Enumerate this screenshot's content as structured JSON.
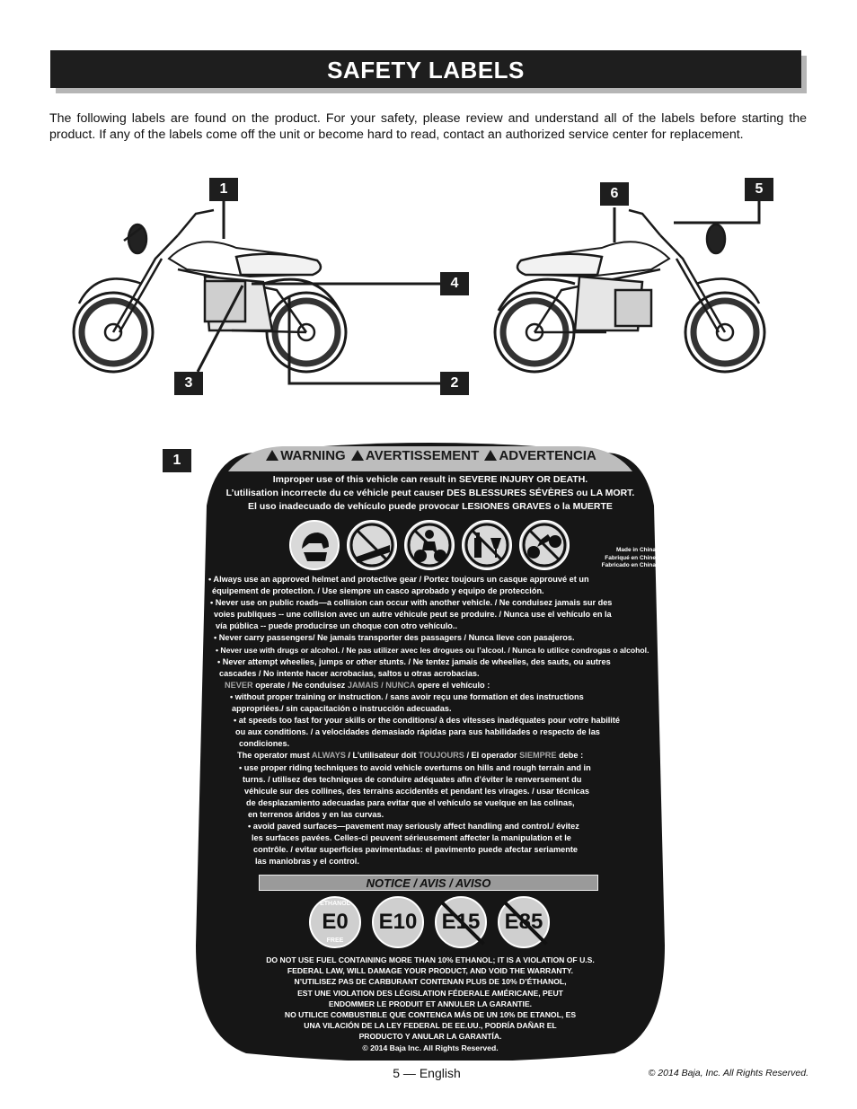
{
  "header": {
    "title": "SAFETY LABELS"
  },
  "intro": "The following labels are found on the product. For your safety, please review and understand all of the labels before starting the product. If any of the labels come off the unit or become hard to read, contact an authorized service center for replacement.",
  "callouts": [
    "1",
    "2",
    "3",
    "4",
    "5",
    "6"
  ],
  "label1_callout": "1",
  "label": {
    "title_parts": [
      "WARNING",
      "AVERTISSEMENT",
      "ADVERTENCIA"
    ],
    "intro_lines": [
      "Improper use of this vehicle can result in SEVERE INJURY OR DEATH.",
      "L’utilisation incorrecte du ce véhicle peut causer DES BLESSURES SÉVÈRES ou LA MORT.",
      "El uso inadecuado de vehículo puede provocar LESIONES GRAVES o la MUERTE"
    ],
    "made_in": [
      "Made in China",
      "Fabriqué en Chine",
      "Fabricado en China"
    ],
    "warning_lines": [
      "• Always use an approved helmet and protective gear / Portez toujours un casque approuvé et un",
      "  équipement de protection. / Use siempre un casco aprobado y equipo de protección.",
      "• Never use on public roads—a collision can occur with another vehicle. / Ne conduisez jamais sur des",
      "  voies publiques -- une collision avec un autre véhicule peut se produire. / Nunca use el vehículo en la",
      "  vía pública -- puede producirse un choque con otro vehículo..",
      "• Never carry passengers/ Ne jamais transporter des passagers / Nunca lleve con pasajeros.",
      "• Never use with drugs or alcohol. / Ne pas utilizer avec les drogues ou l’alcool. / Nunca lo utilice condrogas o alcohol.",
      "• Never attempt wheelies, jumps or other stunts. / Ne tentez jamais de wheelies, des sauts, ou autres",
      "  cascades / No intente hacer acrobacias, saltos u otras acrobacias."
    ],
    "never_prefix": "NEVER",
    "never_mid1": " operate / Ne conduisez ",
    "never_jamais": "JAMAIS / NUNCA",
    "never_end": " opere el vehículo :",
    "never_lines": [
      "• without proper training or instruction. / sans avoir reçu une formation et des instructions",
      "  appropriées./ sin capacitación o instrucción adecuadas.",
      "• at speeds too fast for your skills or the conditions/ à des vitesses inadéquates pour votre habilité",
      "  ou aux conditions. / a velocidades demasiado rápidas para sus habilidades o respecto de las",
      "  condiciones."
    ],
    "always_prefix": "The operator must ",
    "always_word": "ALWAYS",
    "always_mid": " / L’utilisateur doit ",
    "always_toujours": "TOUJOURS",
    "always_mid2": " / El operador ",
    "always_siempre": "SIEMPRE",
    "always_end": " debe :",
    "always_lines": [
      "• use proper riding techniques to avoid vehicle overturns on hills and rough terrain and in",
      "  turns. / utilisez des techniques de conduire adéquates afin d’éviter le renversement du",
      "  véhicule sur des collines, des terrains accidentés et pendant les virages. / usar técnicas",
      "  de desplazamiento adecuadas para evitar que el vehículo se vuelque en las colinas,",
      "  en terrenos áridos y en las curvas.",
      "• avoid paved surfaces—pavement may seriously affect handling and control./ évitez",
      "  les surfaces pavées. Celles-ci peuvent sérieusement affecter la manipulation et le",
      "  contrôle. / evitar superficies pavimentadas: el pavimento puede afectar seriamente",
      "  las maniobras y el control."
    ],
    "notice_title": "NOTICE / AVIS / AVISO",
    "fuel_labels": [
      "E0",
      "E10",
      "E15",
      "E85"
    ],
    "ethanol_word": "ETHANOL",
    "free_word": "FREE",
    "notice_lines": [
      "DO NOT USE FUEL CONTAINING MORE THAN 10% ETHANOL; IT IS A VIOLATION OF U.S.",
      "FEDERAL LAW, WILL DAMAGE YOUR PRODUCT, AND VOID THE WARRANTY.",
      "N’UTILISEZ PAS DE CARBURANT CONTENAN PLUS DE 10% D’ÉTHANOL,",
      "EST UNE VIOLATION DES LÉGISLATION FÉDERALE AMÉRICANE, PEUT",
      "ENDOMMER LE PRODUIT ET ANNULER LA GARANTIE.",
      "NO UTILICE COMBUSTIBLE QUE CONTENGA MÁS DE UN 10% DE ETANOL, ES",
      "UNA VILACIÓN DE LA LEY FEDERAL DE EE.UU., PODRÍA DAÑAR EL",
      "PRODUCTO Y ANULAR LA GARANTÍA.",
      "© 2014 Baja Inc. All Rights Reserved."
    ]
  },
  "footer": {
    "page": "5 — English",
    "copyright": "© 2014 Baja, Inc. All Rights Reserved."
  }
}
